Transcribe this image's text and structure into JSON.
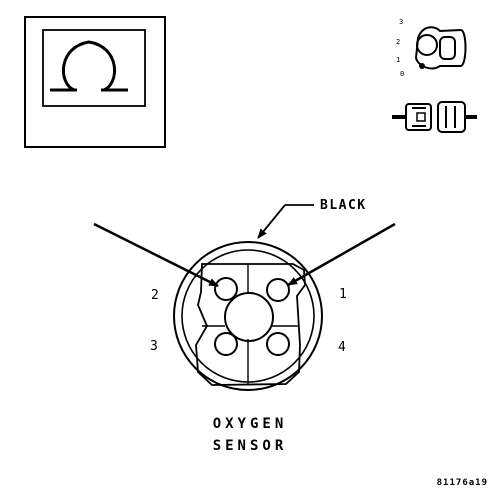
{
  "meter_symbol": {
    "icon": "ohm-symbol-icon"
  },
  "ignition": {
    "icon": "ignition-key-icon",
    "positions": [
      "3",
      "2",
      "1",
      "0"
    ]
  },
  "connector_status": {
    "icon": "disconnected-connector-icon"
  },
  "connector": {
    "wire_color_label": "BLACK",
    "pins": [
      {
        "number": "1",
        "position": "upper-right"
      },
      {
        "number": "2",
        "position": "upper-left"
      },
      {
        "number": "3",
        "position": "lower-left"
      },
      {
        "number": "4",
        "position": "lower-right"
      }
    ],
    "probes": [
      {
        "pin": "2",
        "side": "left"
      },
      {
        "pin": "1",
        "side": "right"
      }
    ],
    "title_line1": "OXYGEN",
    "title_line2": "SENSOR"
  },
  "figure_id": "81176a19"
}
